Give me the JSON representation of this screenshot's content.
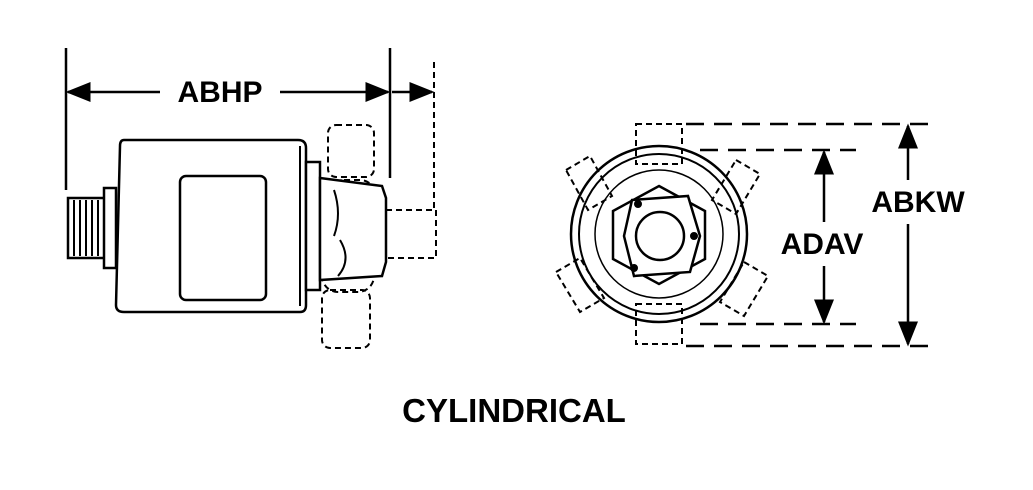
{
  "labels": {
    "abhp": "ABHP",
    "adav": "ADAV",
    "abkw": "ABKW",
    "caption": "CYLINDRICAL"
  },
  "colors": {
    "ink": "#000000",
    "paper": "#ffffff",
    "shade": "#e6e6e6"
  }
}
